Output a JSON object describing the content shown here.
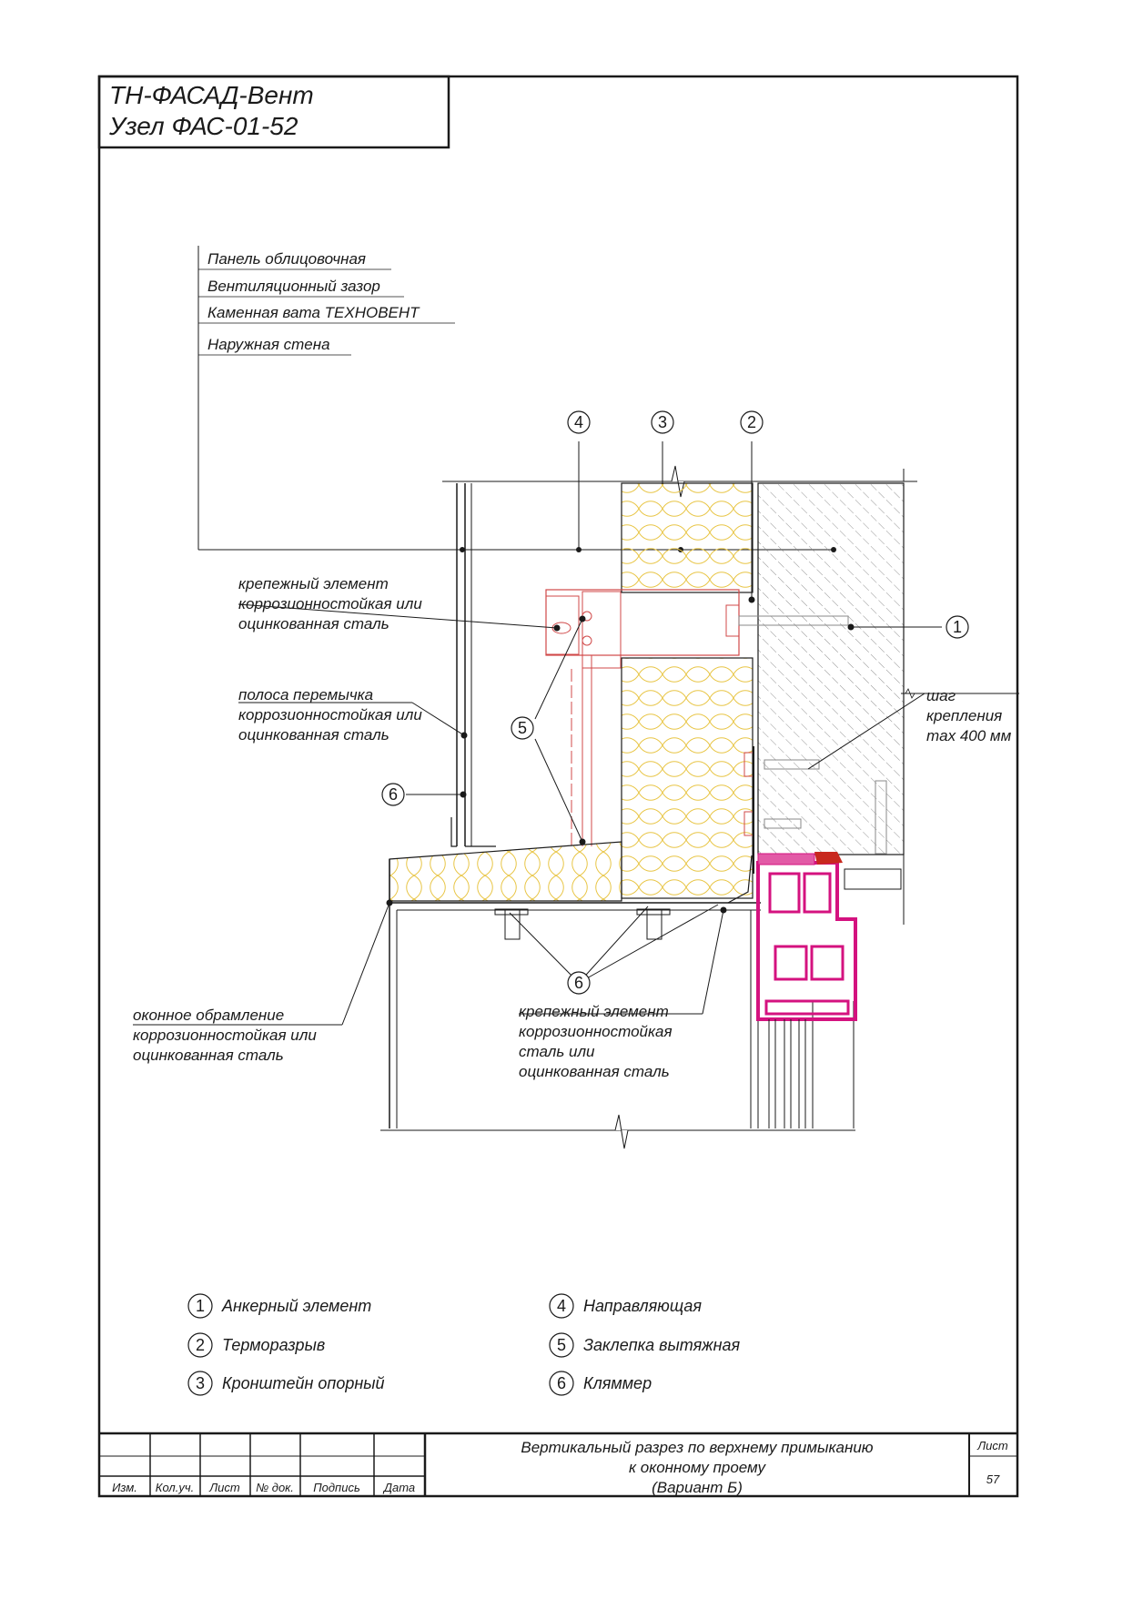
{
  "header": {
    "line1": "ТН-ФАСАД-Вент",
    "line2": "Узел ФАС-01-52"
  },
  "layers": [
    "Панель облицовочная",
    "Вентиляционный зазор",
    "Каменная вата ТЕХНОВЕНТ",
    "Наружная стена"
  ],
  "callouts": {
    "fastener_top": [
      "крепежный элемент",
      "коррозионностойкая или",
      "оцинкованная сталь"
    ],
    "strip": [
      "полоса перемычка",
      "коррозионностойкая или",
      "оцинкованная сталь"
    ],
    "window_frame": [
      "оконное обрамление",
      "коррозионностойкая или",
      "оцинкованная сталь"
    ],
    "fastener_bottom": [
      "крепежный элемент",
      "коррозионностойкая",
      "сталь или",
      "оцинкованная сталь"
    ],
    "pitch": [
      "шаг",
      "крепления",
      "max 400 мм"
    ]
  },
  "markers": {
    "m1": "1",
    "m2": "2",
    "m3": "3",
    "m4": "4",
    "m5": "5",
    "m6a": "6",
    "m6b": "6"
  },
  "legend": [
    {
      "num": "1",
      "text": "Анкерный элемент"
    },
    {
      "num": "2",
      "text": "Терморазрыв"
    },
    {
      "num": "3",
      "text": "Кронштейн опорный"
    },
    {
      "num": "4",
      "text": "Направляющая"
    },
    {
      "num": "5",
      "text": "Заклепка вытяжная"
    },
    {
      "num": "6",
      "text": "Кляммер"
    }
  ],
  "stamp": {
    "cols": [
      "Изм.",
      "Кол.уч.",
      "Лист",
      "№ док.",
      "Подпись",
      "Дата"
    ],
    "description": [
      "Вертикальный разрез по верхнему примыканию",
      "к оконному проему",
      "(Вариант Б)"
    ],
    "sheet_label": "Лист",
    "sheet_number": "57"
  },
  "colors": {
    "line": "#1a1a1a",
    "insulation": "#e8c545",
    "bracket": "#d04848",
    "window_profile": "#d4127f",
    "seal": "#c8281e",
    "hatch": "#555555"
  }
}
